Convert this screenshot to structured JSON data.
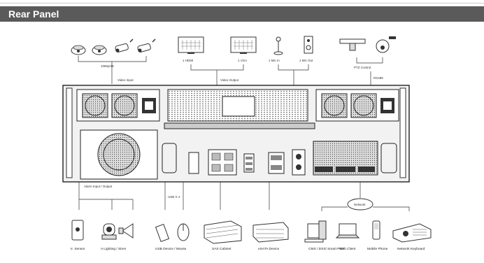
{
  "section": {
    "title": "Rear Panel"
  },
  "top_labels": {
    "cameras": "1080p/4K",
    "video_input": "Video Input",
    "hdmi": "1 HDMI",
    "vga": "1 VGA",
    "video_output": "Video Output",
    "mic_in": "1 Mic In",
    "mic_out": "1 Mic Out",
    "ptz_control": "PTZ Control",
    "rs485": "RS485"
  },
  "bottom_labels": {
    "alarm_io": "Alarm Input / Output",
    "usb": "USB X 4",
    "network": "Network",
    "ir_sensor": "Ir. Sensor",
    "lighting_siren": "A Lighting / Siren",
    "usb_device_mouse": "USB Device / Mouse",
    "sas_cabinet": "SAS Cabinet",
    "esata_device": "eSATA Device",
    "cms_pss": "CMS / DSS/ Smart PSS",
    "web_client": "Web Client",
    "mobile_phone": "Mobile Phone",
    "network_keyboard": "Network Keyboard"
  }
}
